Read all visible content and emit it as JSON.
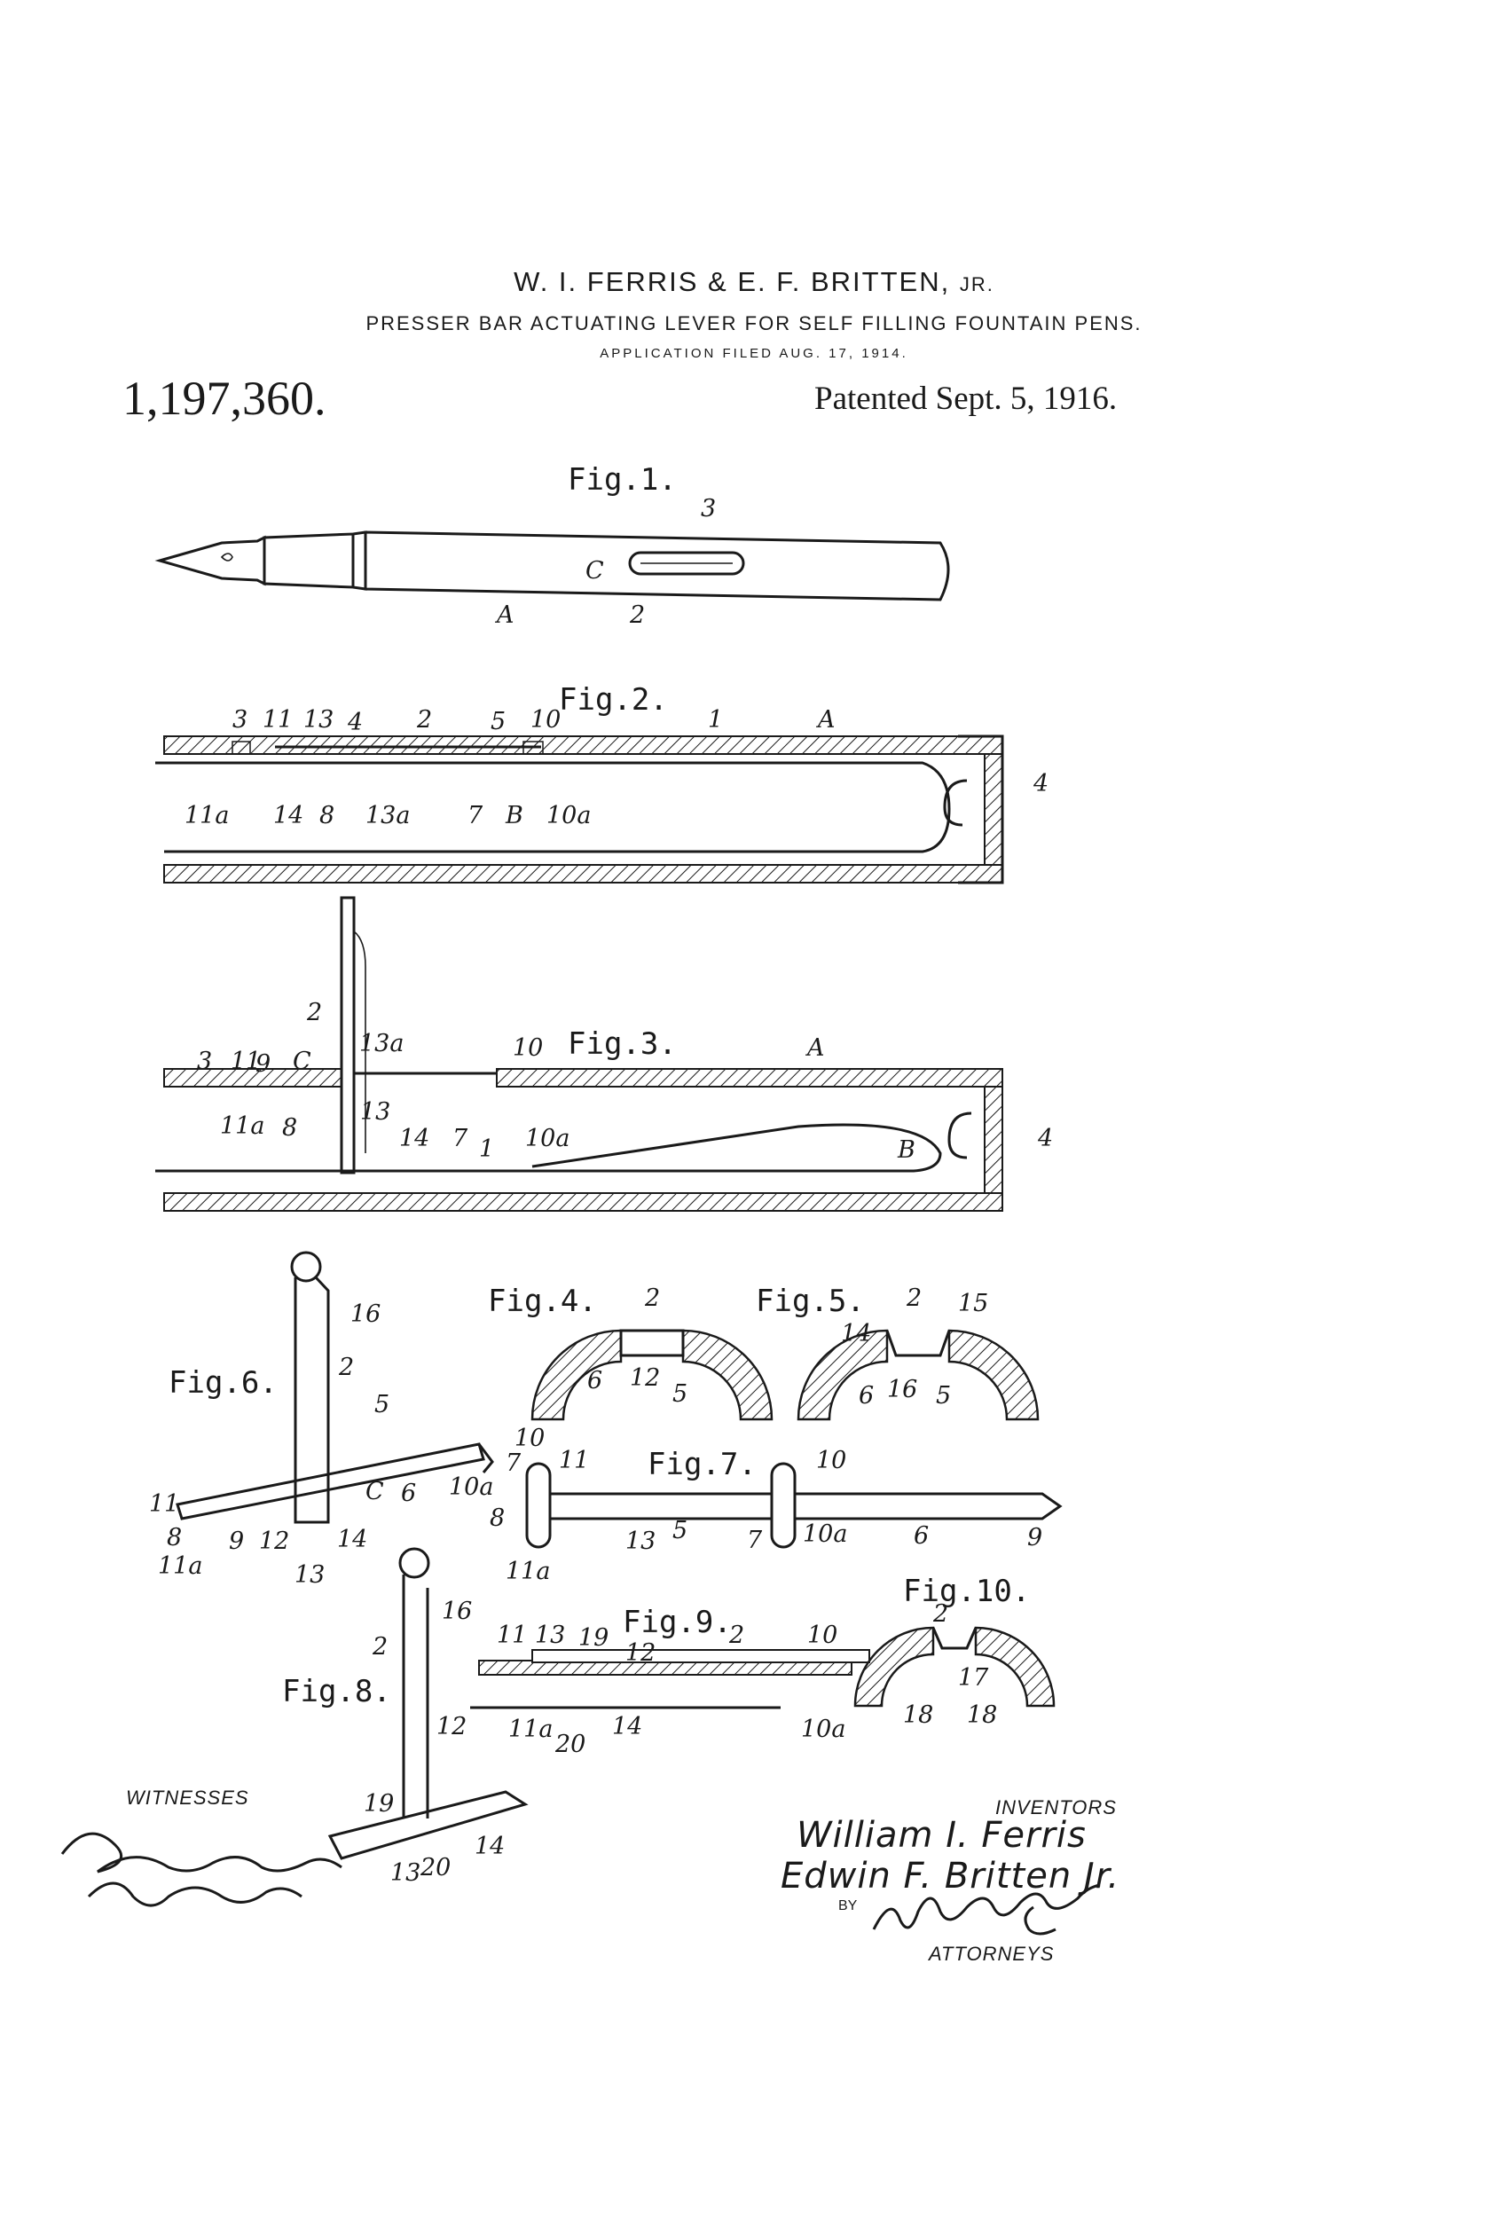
{
  "header": {
    "inventors": "W. I. FERRIS & E. F. BRITTEN,",
    "inventors_suffix": "JR.",
    "title": "PRESSER BAR ACTUATING LEVER FOR SELF FILLING FOUNTAIN PENS.",
    "application": "APPLICATION FILED AUG. 17, 1914.",
    "patent_number": "1,197,360.",
    "patent_date": "Patented Sept. 5, 1916."
  },
  "figures": {
    "fig1": "Fig.1.",
    "fig2": "Fig.2.",
    "fig3": "Fig.3.",
    "fig4": "Fig.4.",
    "fig5": "Fig.5.",
    "fig6": "Fig.6.",
    "fig7": "Fig.7.",
    "fig8": "Fig.8.",
    "fig9": "Fig.9.",
    "fig10": "Fig.10."
  },
  "references": {
    "fig1": [
      "3",
      "C",
      "A",
      "2"
    ],
    "fig2": [
      "3",
      "11",
      "13",
      "4",
      "2",
      "5",
      "10",
      "1",
      "A",
      "4",
      "11a",
      "14",
      "8",
      "13a",
      "7",
      "B",
      "10a"
    ],
    "fig3": [
      "2",
      "3",
      "11",
      "9",
      "C",
      "13a",
      "10",
      "A",
      "11a",
      "8",
      "13",
      "14",
      "7",
      "1",
      "10a",
      "B",
      "4"
    ],
    "fig4": [
      "2",
      "6",
      "12",
      "5"
    ],
    "fig5": [
      "2",
      "15",
      "14",
      "6",
      "16",
      "5"
    ],
    "fig6": [
      "16",
      "2",
      "5",
      "10",
      "7",
      "11",
      "C",
      "6",
      "10a",
      "8",
      "9",
      "12",
      "14",
      "11a",
      "13"
    ],
    "fig7": [
      "11",
      "10",
      "8",
      "13",
      "5",
      "7",
      "10a",
      "6",
      "9",
      "11a"
    ],
    "fig8": [
      "16",
      "2",
      "12",
      "19",
      "14",
      "13",
      "20"
    ],
    "fig9": [
      "11",
      "13",
      "19",
      "12",
      "2",
      "10",
      "11a",
      "20",
      "14",
      "10a"
    ],
    "fig10": [
      "2",
      "17",
      "18",
      "18"
    ]
  },
  "signatures": {
    "witnesses_label": "WITNESSES",
    "witness_1": "",
    "witness_2": "",
    "inventors_label": "INVENTORS",
    "inventor_1": "William I. Ferris",
    "inventor_2": "Edwin F. Britten Jr.",
    "by_label": "BY",
    "attorney_signature": "Munn & Co",
    "attorneys_label": "ATTORNEYS"
  }
}
